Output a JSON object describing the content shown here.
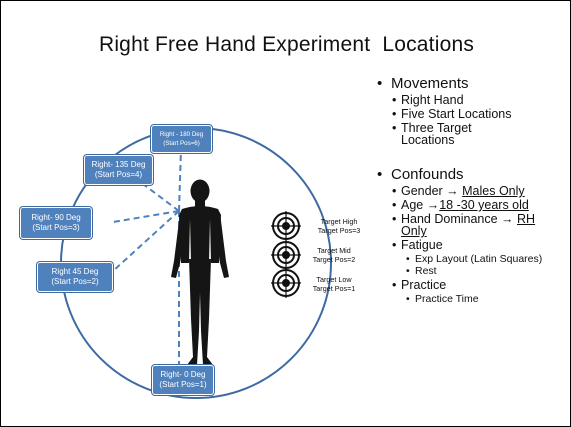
{
  "slide": {
    "title": "Right Free Hand Experiment  Locations",
    "start_positions": [
      {
        "id": "pos6",
        "line1": "Right - 180 Deg",
        "line2": "(Start   Pos=6)"
      },
      {
        "id": "pos4",
        "line1": "Right- 135 Deg",
        "line2": "(Start Pos=4)"
      },
      {
        "id": "pos3",
        "line1": "Right- 90 Deg",
        "line2": "(Start Pos=3)"
      },
      {
        "id": "pos2",
        "line1": "Right 45 Deg",
        "line2": "(Start Pos=2)"
      },
      {
        "id": "pos1",
        "line1": "Right- 0 Deg",
        "line2": "(Start  Pos=1)"
      }
    ],
    "targets": [
      {
        "line1": "Target High",
        "line2": "Target Pos=3"
      },
      {
        "line1": "Target Mid",
        "line2": "Target Pos=2"
      },
      {
        "line1": "Target Low",
        "line2": "Target Pos=1"
      }
    ],
    "bullets": {
      "movements": {
        "heading": "Movements",
        "items": [
          "Right Hand",
          "Five Start Locations",
          "Three Target Locations"
        ]
      },
      "confounds": {
        "heading": "Confounds",
        "gender_prefix": "Gender → ",
        "gender_value": "Males Only",
        "age_prefix": "Age →",
        "age_value": "18 -30 years old",
        "hand_prefix": "Hand Dominance → ",
        "hand_value": "RH Only",
        "fatigue": "Fatigue",
        "fatigue_items": [
          "Exp Layout (Latin Squares)",
          "Rest"
        ],
        "practice": "Practice",
        "practice_items": [
          "Practice Time"
        ]
      }
    }
  },
  "colors": {
    "accent": "#4f81bd",
    "line": "#3c6aa1",
    "figure": "#151515"
  }
}
